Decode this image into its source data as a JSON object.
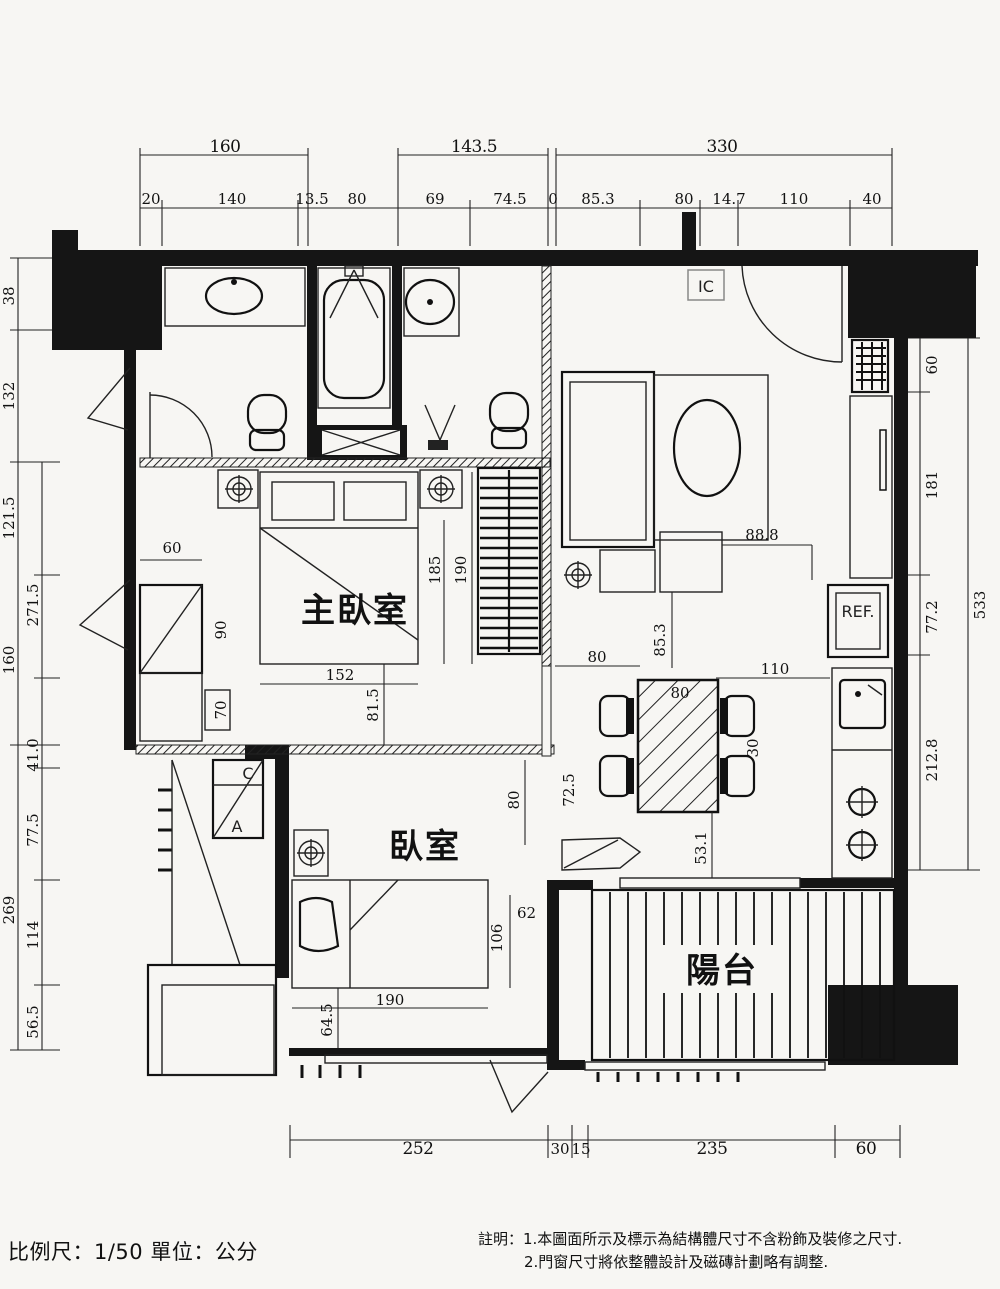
{
  "rooms": {
    "master_bedroom": "主臥室",
    "bedroom": "臥室",
    "balcony": "陽台"
  },
  "fixture_labels": {
    "ic": "IC",
    "fridge": "REF.",
    "meter_c": "C",
    "meter_a": "A"
  },
  "dimensions": {
    "top_row1": [
      "160",
      "143.5",
      "330"
    ],
    "top_row2": [
      "20",
      "140",
      "13.5",
      "80",
      "69",
      "74.5",
      "0",
      "85.3",
      "80",
      "14.7",
      "110",
      "40"
    ],
    "left_outer": [
      "38",
      "132",
      "121.5",
      "271.5",
      "160",
      "41.0",
      "77.5",
      "269",
      "114",
      "56.5"
    ],
    "right": [
      "60",
      "181",
      "77.2",
      "533",
      "212.8"
    ],
    "bottom": [
      "252",
      "30",
      "15",
      "235",
      "60"
    ],
    "interior": {
      "master_60": "60",
      "master_90": "90",
      "master_70": "70",
      "bed_185": "185",
      "bed_190": "190",
      "bed_152": "152",
      "dist_81_5": "81.5",
      "dining_88_8": "88.8",
      "dining_85_3": "85.3",
      "dining_80": "80",
      "dining_110": "110",
      "table_80": "80",
      "table_30": "30",
      "dining_53_1": "53.1",
      "door_80": "80",
      "door_72_5": "72.5",
      "bed2_62": "62",
      "bed2_106": "106",
      "bed2_190": "190",
      "bed2_64_5": "64.5"
    }
  },
  "footer": {
    "scale": "比例尺：1/50  單位：公分",
    "note1": "註明：1.本圖面所示及標示為結構體尺寸不含粉飾及裝修之尺寸.",
    "note2": "2.門窗尺寸將依整體設計及磁磚計劃略有調整."
  }
}
